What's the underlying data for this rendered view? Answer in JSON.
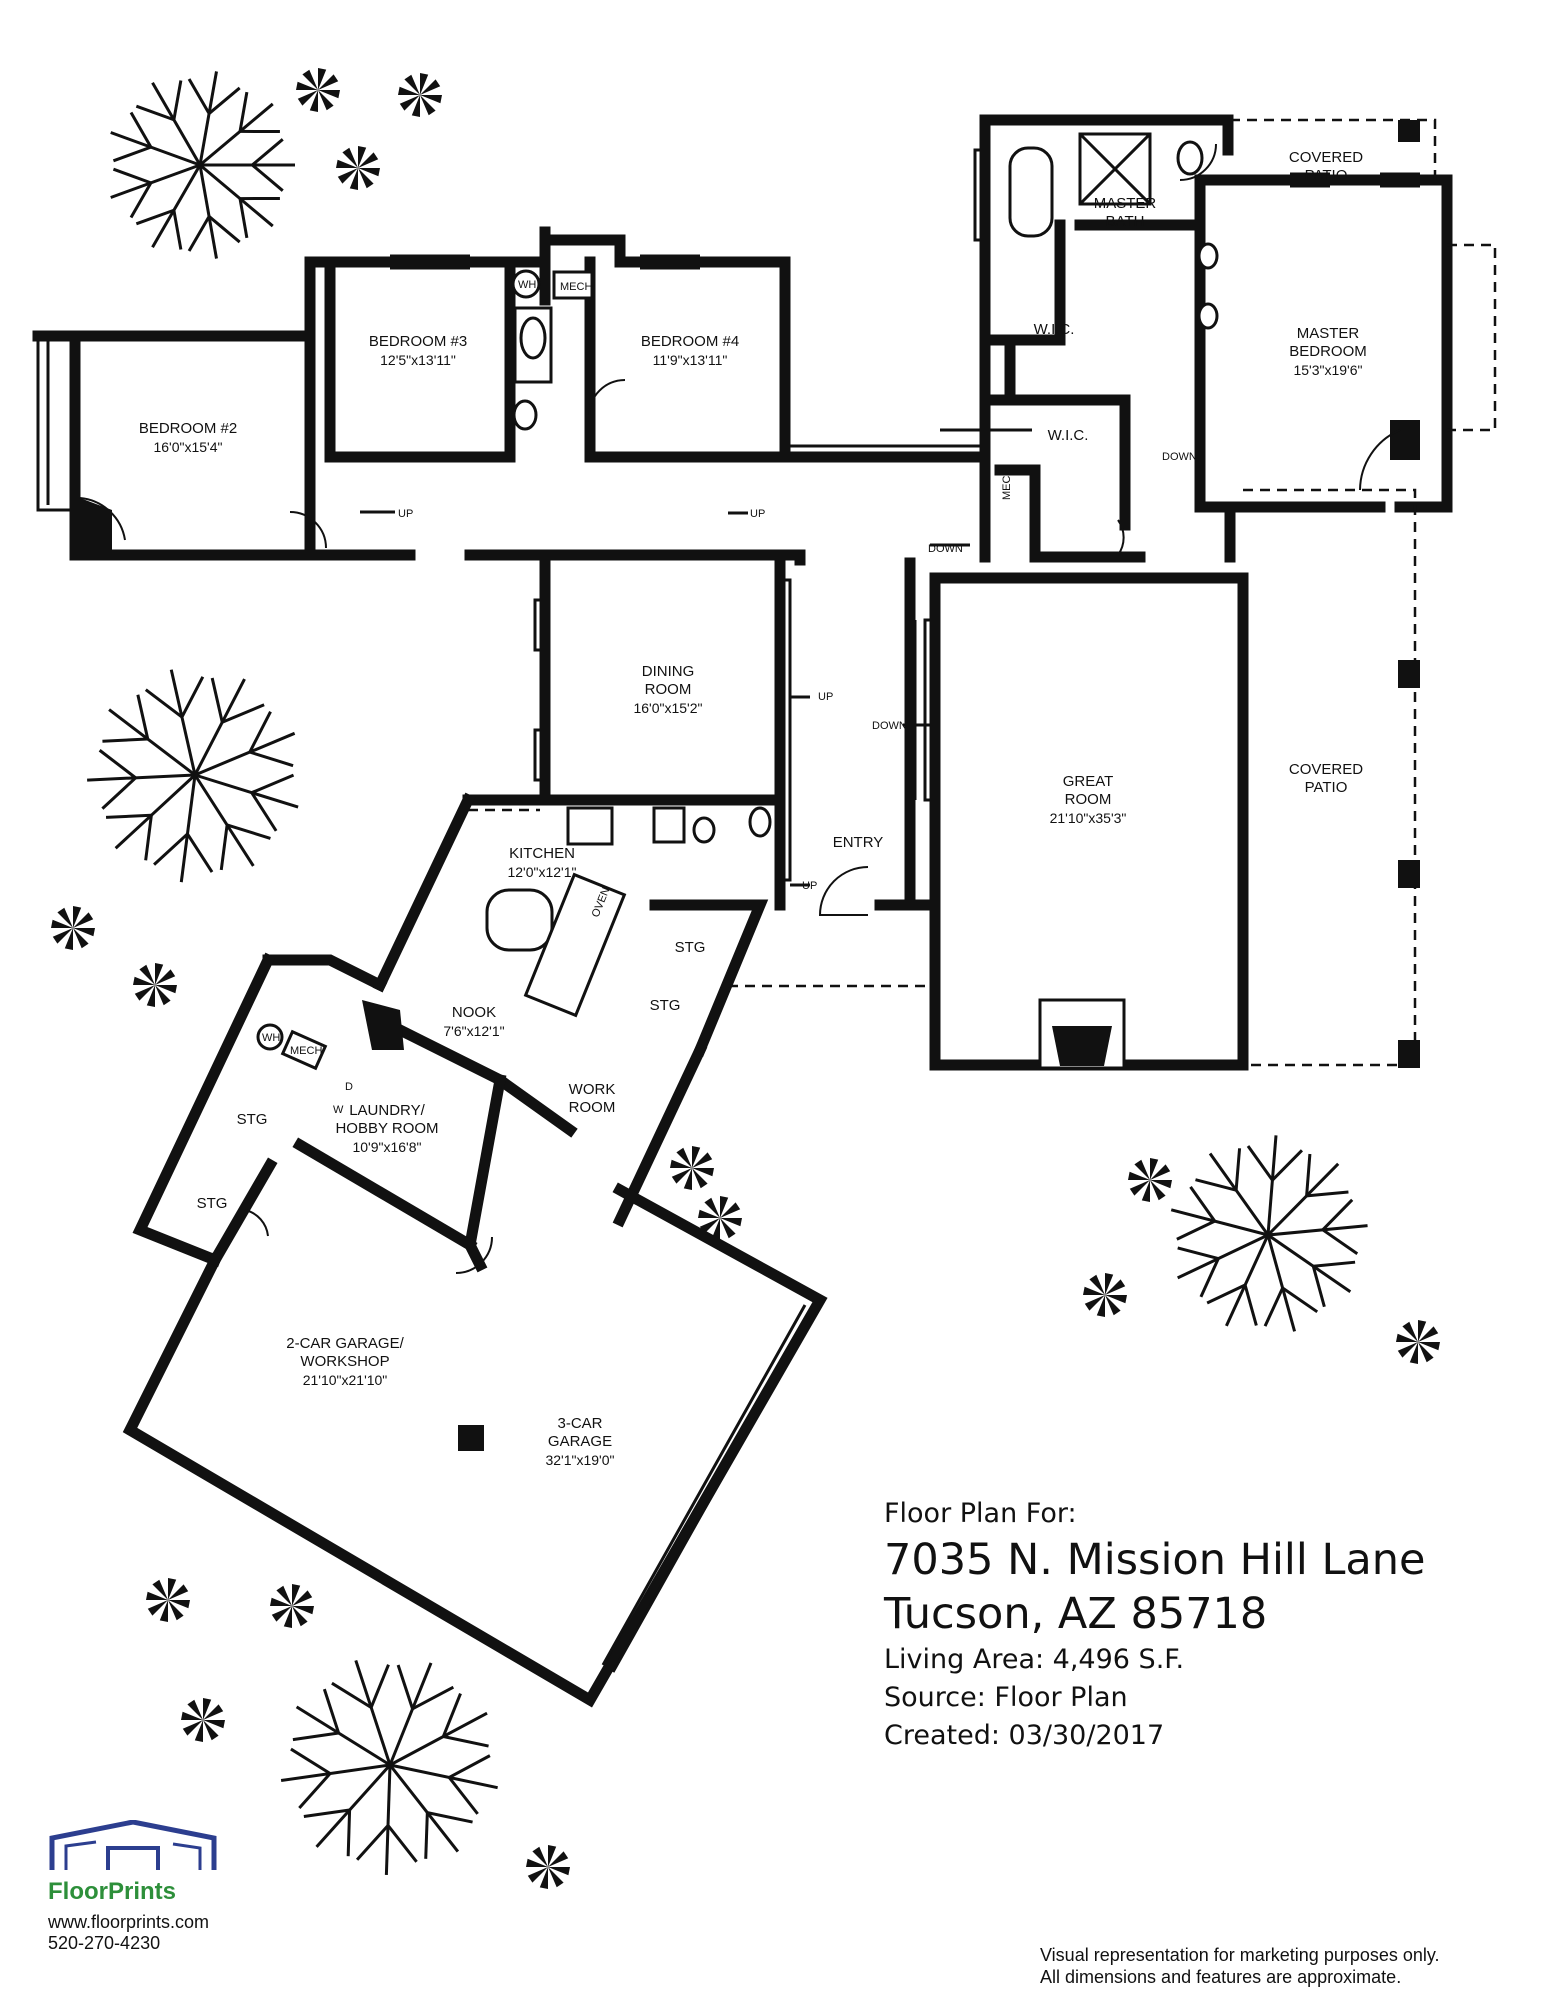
{
  "rooms": {
    "bedroom2": {
      "name": "BEDROOM #2",
      "dims": "16'0\"x15'4\""
    },
    "bedroom3": {
      "name": "BEDROOM #3",
      "dims": "12'5\"x13'11\""
    },
    "bedroom4": {
      "name": "BEDROOM #4",
      "dims": "11'9\"x13'11\""
    },
    "master_bath": {
      "line1": "MASTER",
      "line2": "BATH"
    },
    "master_bedroom": {
      "line1": "MASTER",
      "line2": "BEDROOM",
      "dims": "15'3\"x19'6\""
    },
    "covered_patio_top": {
      "line1": "COVERED",
      "line2": "PATIO"
    },
    "covered_patio_right": {
      "line1": "COVERED",
      "line2": "PATIO"
    },
    "wic": "W.I.C.",
    "dining": {
      "line1": "DINING",
      "line2": "ROOM",
      "dims": "16'0\"x15'2\""
    },
    "great_room": {
      "line1": "GREAT",
      "line2": "ROOM",
      "dims": "21'10\"x35'3\""
    },
    "kitchen": {
      "name": "KITCHEN",
      "dims": "12'0\"x12'1\""
    },
    "entry": "ENTRY",
    "nook": {
      "name": "NOOK",
      "dims": "7'6\"x12'1\""
    },
    "laundry": {
      "line1": "LAUNDRY/",
      "line2": "HOBBY ROOM",
      "dims": "10'9\"x16'8\""
    },
    "work_room": {
      "line1": "WORK",
      "line2": "ROOM"
    },
    "stg": "STG",
    "garage2": {
      "line1": "2-CAR GARAGE/",
      "line2": "WORKSHOP",
      "dims": "21'10\"x21'10\""
    },
    "garage3": {
      "line1": "3-CAR",
      "line2": "GARAGE",
      "dims": "32'1\"x19'0\""
    }
  },
  "tags": {
    "up": "UP",
    "down": "DOWN",
    "wh": "WH",
    "mech": "MECH",
    "oven": "OVEN",
    "d": "D",
    "w": "W"
  },
  "info": {
    "floor_plan_for": "Floor Plan For:",
    "address_line1": "7035 N. Mission Hill Lane",
    "address_line2": "Tucson, AZ 85718",
    "living_area": "Living Area:  4,496 S.F.",
    "source": "Source:  Floor Plan",
    "created": "Created:  03/30/2017"
  },
  "logo": {
    "brand": "FloorPrints",
    "website": "www.floorprints.com",
    "phone": "520-270-4230",
    "brand_color": "#2d8f3a",
    "house_color": "#2c3e8f"
  },
  "disclaimer": {
    "line1": "Visual representation for marketing purposes only.",
    "line2": "All dimensions and features are approximate."
  }
}
